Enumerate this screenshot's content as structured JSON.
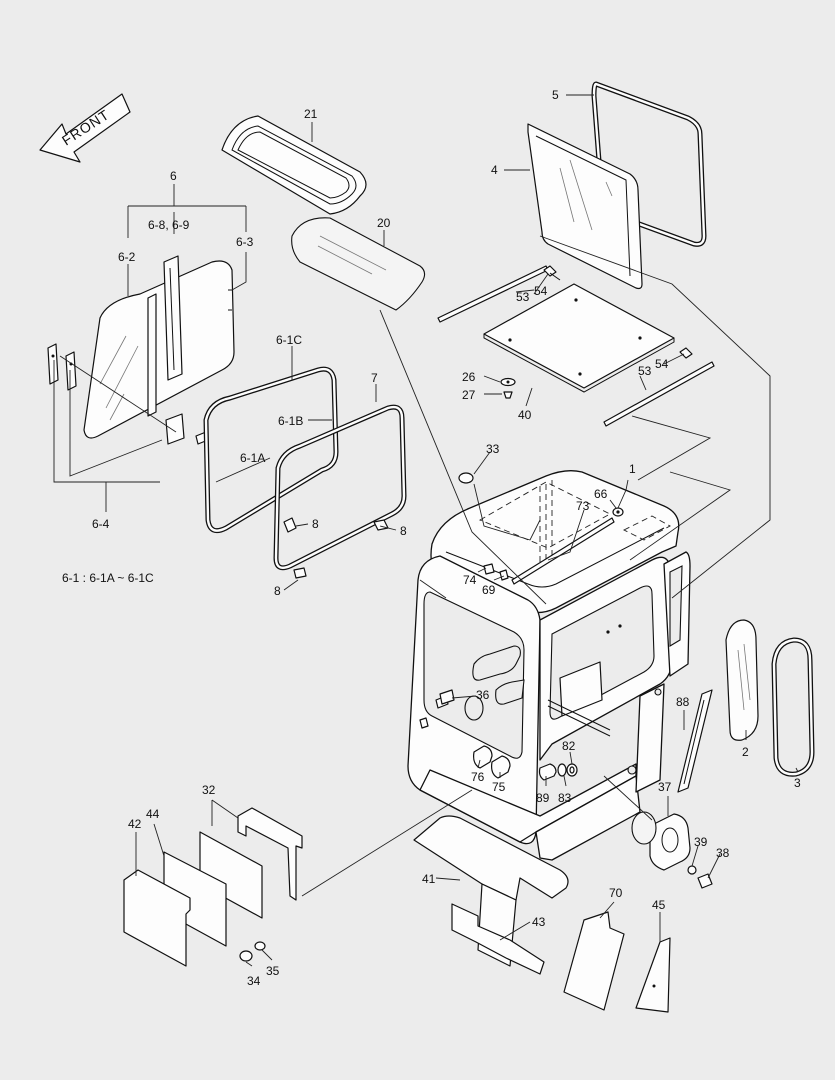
{
  "direction_label": "FRONT",
  "callouts": {
    "c1": "1",
    "c2": "2",
    "c3": "3",
    "c4": "4",
    "c5": "5",
    "c6": "6",
    "c6_8_9": "6-8, 6-9",
    "c6_2": "6-2",
    "c6_3": "6-3",
    "c6_4": "6-4",
    "c6_1c": "6-1C",
    "c6_1b": "6-1B",
    "c6_1a": "6-1A",
    "c7": "7",
    "c8a": "8",
    "c8b": "8",
    "c8c": "8",
    "c20": "20",
    "c21": "21",
    "c26": "26",
    "c27": "27",
    "c32": "32",
    "c33": "33",
    "c34": "34",
    "c35": "35",
    "c36": "36",
    "c37": "37",
    "c38": "38",
    "c39": "39",
    "c40": "40",
    "c41": "41",
    "c42": "42",
    "c43": "43",
    "c44": "44",
    "c45": "45",
    "c53a": "53",
    "c53b": "53",
    "c54a": "54",
    "c54b": "54",
    "c66": "66",
    "c69": "69",
    "c70": "70",
    "c73": "73",
    "c74": "74",
    "c75": "75",
    "c76": "76",
    "c82": "82",
    "c83": "83",
    "c88": "88",
    "c89": "89"
  },
  "note": "6-1 : 6-1A ~ 6-1C"
}
